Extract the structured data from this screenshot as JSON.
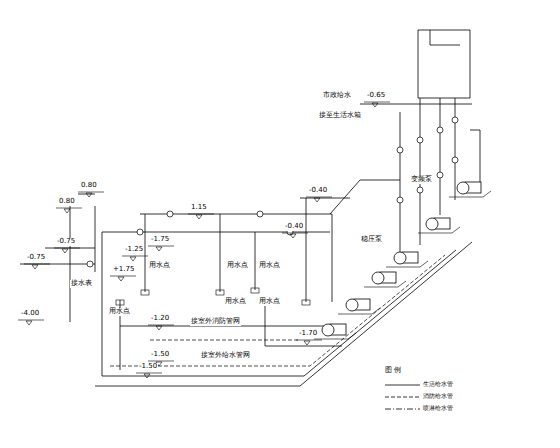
{
  "diagram": {
    "labels": [
      "0.80",
      "0.80",
      "-0.75",
      "-0.75",
      "-4.00",
      "-1.25",
      "-1.75",
      "+1.75",
      "1.15",
      "-0.40",
      "-0.40",
      "-1.20",
      "-1.50",
      "-1.50",
      "-1.70",
      "-0.65",
      "图 例",
      "市政给水",
      "接至生活水箱",
      "接水表",
      "用水点",
      "用水点",
      "用水点",
      "用水点",
      "用水点",
      "用水点",
      "接室外消防管网",
      "接室外给水管网",
      "变频泵",
      "稳压泵"
    ],
    "legend": [
      {
        "text": "生活给水管"
      },
      {
        "text": "消防给水管"
      },
      {
        "text": "喷淋给水管"
      }
    ]
  }
}
